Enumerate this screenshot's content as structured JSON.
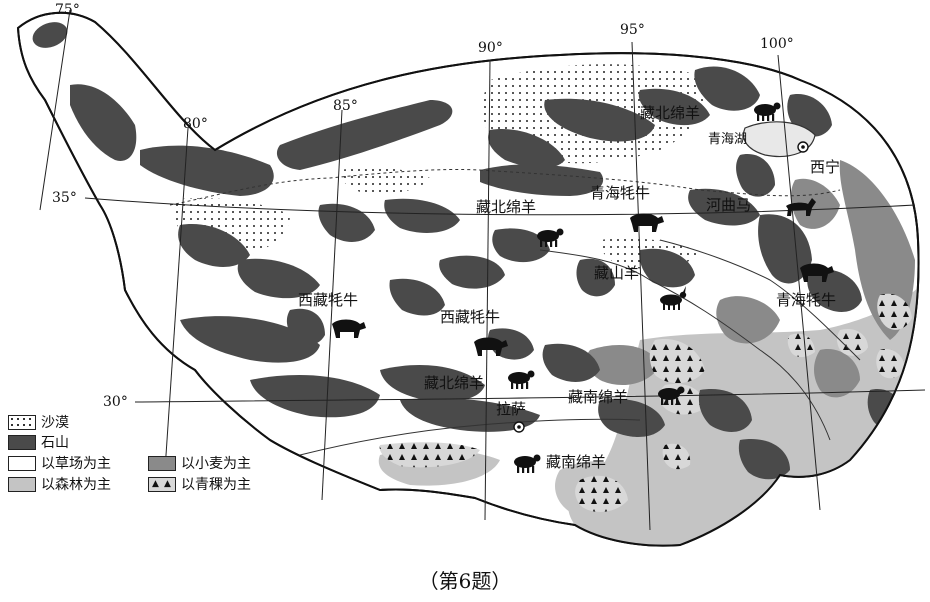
{
  "meridians": [
    {
      "text": "75°"
    },
    {
      "text": "80°"
    },
    {
      "text": "85°"
    },
    {
      "text": "90°"
    },
    {
      "text": "95°"
    },
    {
      "text": "100°"
    }
  ],
  "parallels": [
    {
      "text": "35°"
    },
    {
      "text": "30°"
    }
  ],
  "places": {
    "qinghai_lake": "青海湖",
    "xining": "西宁",
    "lhasa": "拉萨"
  },
  "livestock": [
    {
      "text": "藏北绵羊",
      "kind": "sheep"
    },
    {
      "text": "青海牦牛",
      "kind": "yak"
    },
    {
      "text": "河曲马",
      "kind": "horse"
    },
    {
      "text": "藏北绵羊",
      "kind": "sheep"
    },
    {
      "text": "藏山羊",
      "kind": "goat"
    },
    {
      "text": "西藏牦牛",
      "kind": "yak"
    },
    {
      "text": "西藏牦牛",
      "kind": "yak"
    },
    {
      "text": "青海牦牛",
      "kind": "yak"
    },
    {
      "text": "藏北绵羊",
      "kind": "sheep"
    },
    {
      "text": "藏南绵羊",
      "kind": "sheep"
    },
    {
      "text": "藏南绵羊",
      "kind": "sheep"
    }
  ],
  "legend": {
    "desert": "沙漠",
    "rocky_mountain": "石山",
    "grassland": "以草场为主",
    "wheat": "以小麦为主",
    "forest": "以森林为主",
    "highland_barley": "以青稞为主"
  },
  "colors": {
    "rocky_mountain": "#4a4a4a",
    "wheat": "#8a8a8a",
    "forest": "#c4c4c4",
    "grassland": "#ffffff",
    "outline": "#111111"
  },
  "caption": "（第6题）"
}
